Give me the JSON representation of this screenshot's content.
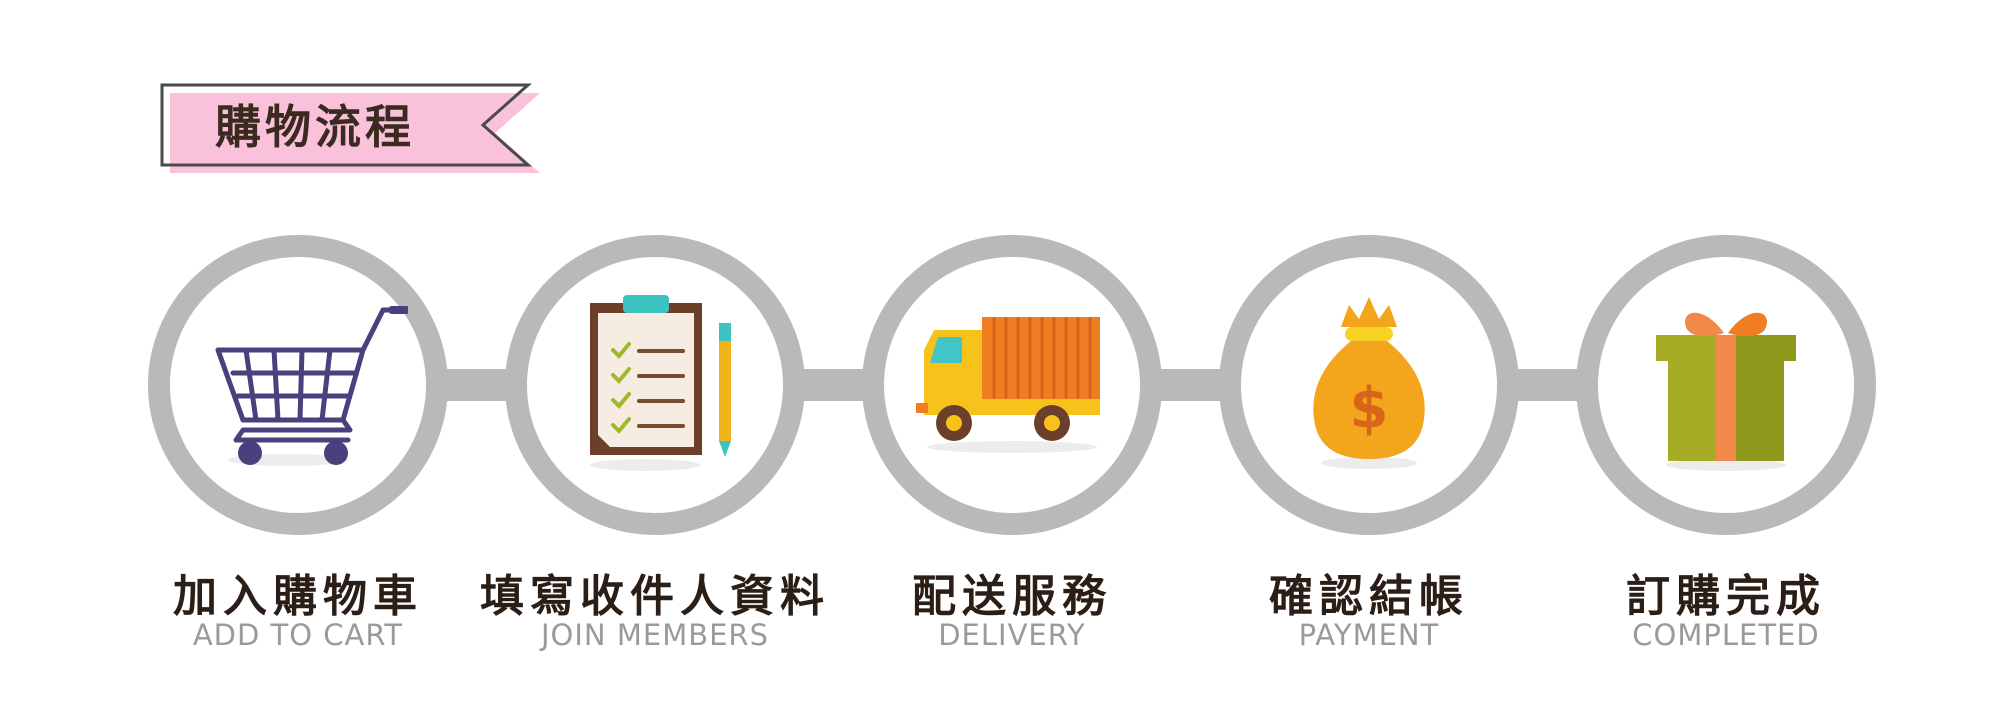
{
  "banner": {
    "title": "購物流程",
    "fill": "#f9c1da",
    "stroke": "#4a4a4a"
  },
  "ring_color": "#b9b9b9",
  "steps": [
    {
      "zh": "加入購物車",
      "en": "ADD TO CART",
      "icon": "shopping-cart-icon"
    },
    {
      "zh": "填寫收件人資料",
      "en": "JOIN MEMBERS",
      "icon": "clipboard-checklist-icon"
    },
    {
      "zh": "配送服務",
      "en": "DELIVERY",
      "icon": "delivery-truck-icon"
    },
    {
      "zh": "確認結帳",
      "en": "PAYMENT",
      "icon": "money-bag-icon"
    },
    {
      "zh": "訂購完成",
      "en": "COMPLETED",
      "icon": "gift-box-icon"
    }
  ]
}
